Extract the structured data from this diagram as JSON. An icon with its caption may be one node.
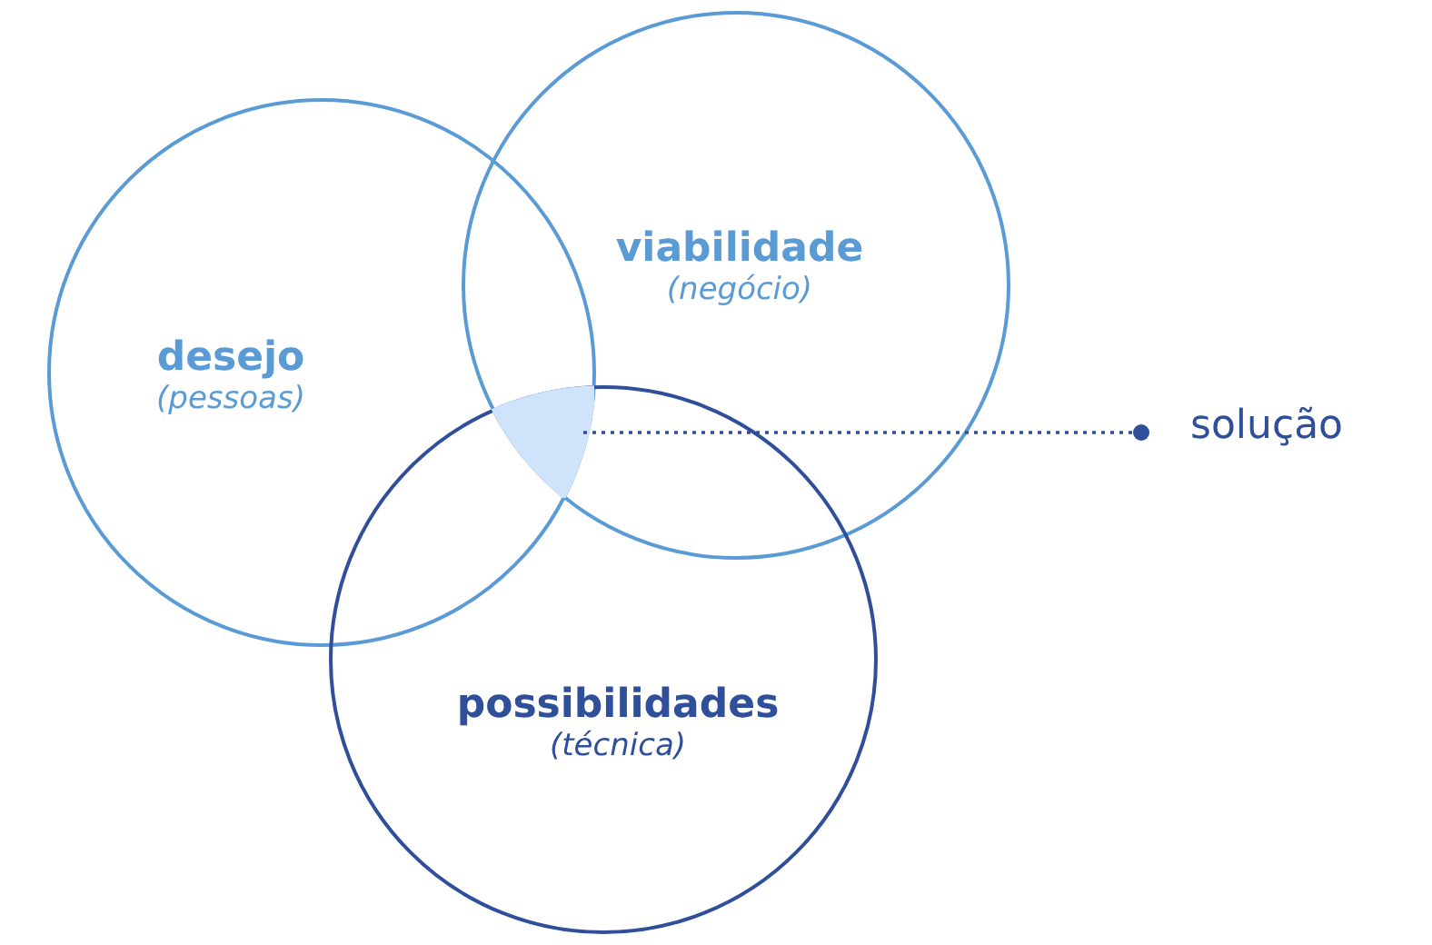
{
  "diagram": {
    "nodes": [
      {
        "text": [
          "desejo",
          "(pessoas)"
        ]
      },
      {
        "text": [
          "viabilidade",
          "(negócio)"
        ]
      },
      {
        "text": [
          "possibilidades",
          "(técnica)"
        ]
      },
      {
        "text": [],
        "shape": "lens"
      },
      {
        "text": [
          "solução"
        ]
      }
    ],
    "edges": [
      {
        "from": 4,
        "to": 3,
        "arrow": "other",
        "style": "dashed"
      }
    ]
  }
}
